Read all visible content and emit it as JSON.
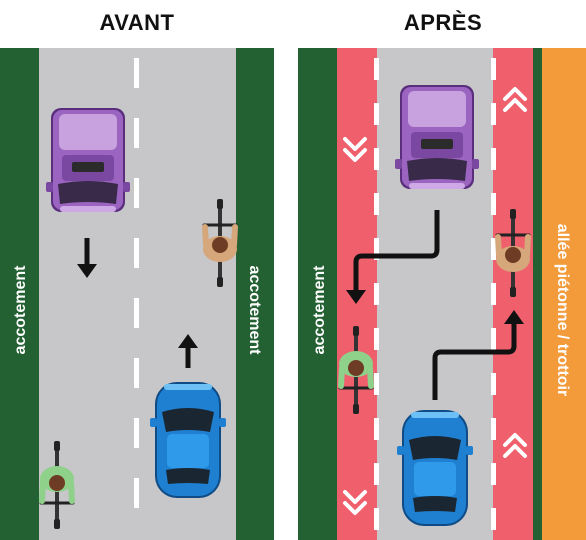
{
  "panels": {
    "before": {
      "title": "AVANT",
      "left_shoulder_label": "accotement",
      "right_shoulder_label": "accotement"
    },
    "after": {
      "title": "APRÈS",
      "left_shoulder_label": "accotement",
      "sidewalk_label": "allée piétonne / trottoir"
    }
  },
  "colors": {
    "shoulder": "#236032",
    "road": "#c7c7c9",
    "lane_marking": "#ffffff",
    "bike_lane": "#ef5f6c",
    "sidewalk": "#f39b3b",
    "van": "#9a64c0",
    "car": "#1f7fd1",
    "arrow": "#111111"
  },
  "icons": [
    "van-icon",
    "car-icon",
    "cyclist-icon",
    "direction-arrow-icon",
    "chevron-icon"
  ]
}
